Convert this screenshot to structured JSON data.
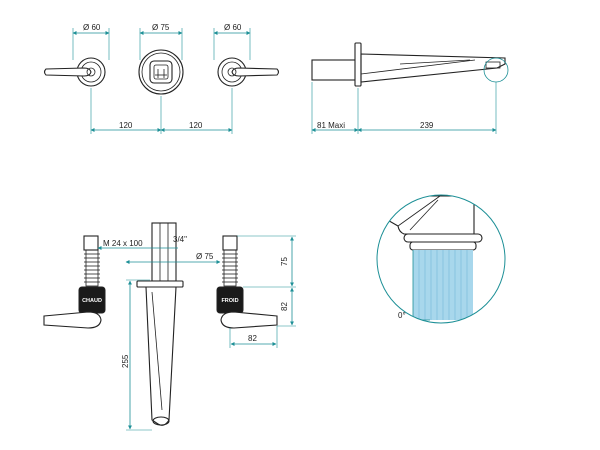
{
  "colors": {
    "dimension": "#1c8f96",
    "outline": "#222222",
    "water": "#a8d7ec",
    "background": "#ffffff"
  },
  "top_view": {
    "dia_left": "Ø 60",
    "dia_center": "Ø 75",
    "dia_right": "Ø 60",
    "spacing_left": "120",
    "spacing_right": "120"
  },
  "side_view": {
    "depth": "81  Maxi",
    "length": "239"
  },
  "front_view": {
    "thread": "M  24  x 100",
    "pipe": "3/4\"",
    "dia": "Ø  75",
    "height_75": "75",
    "height_82": "82",
    "width_82": "82",
    "height_255": "255",
    "handle_left": "CHAUD",
    "handle_right": "FROID"
  },
  "detail": {
    "angle": "0°"
  }
}
